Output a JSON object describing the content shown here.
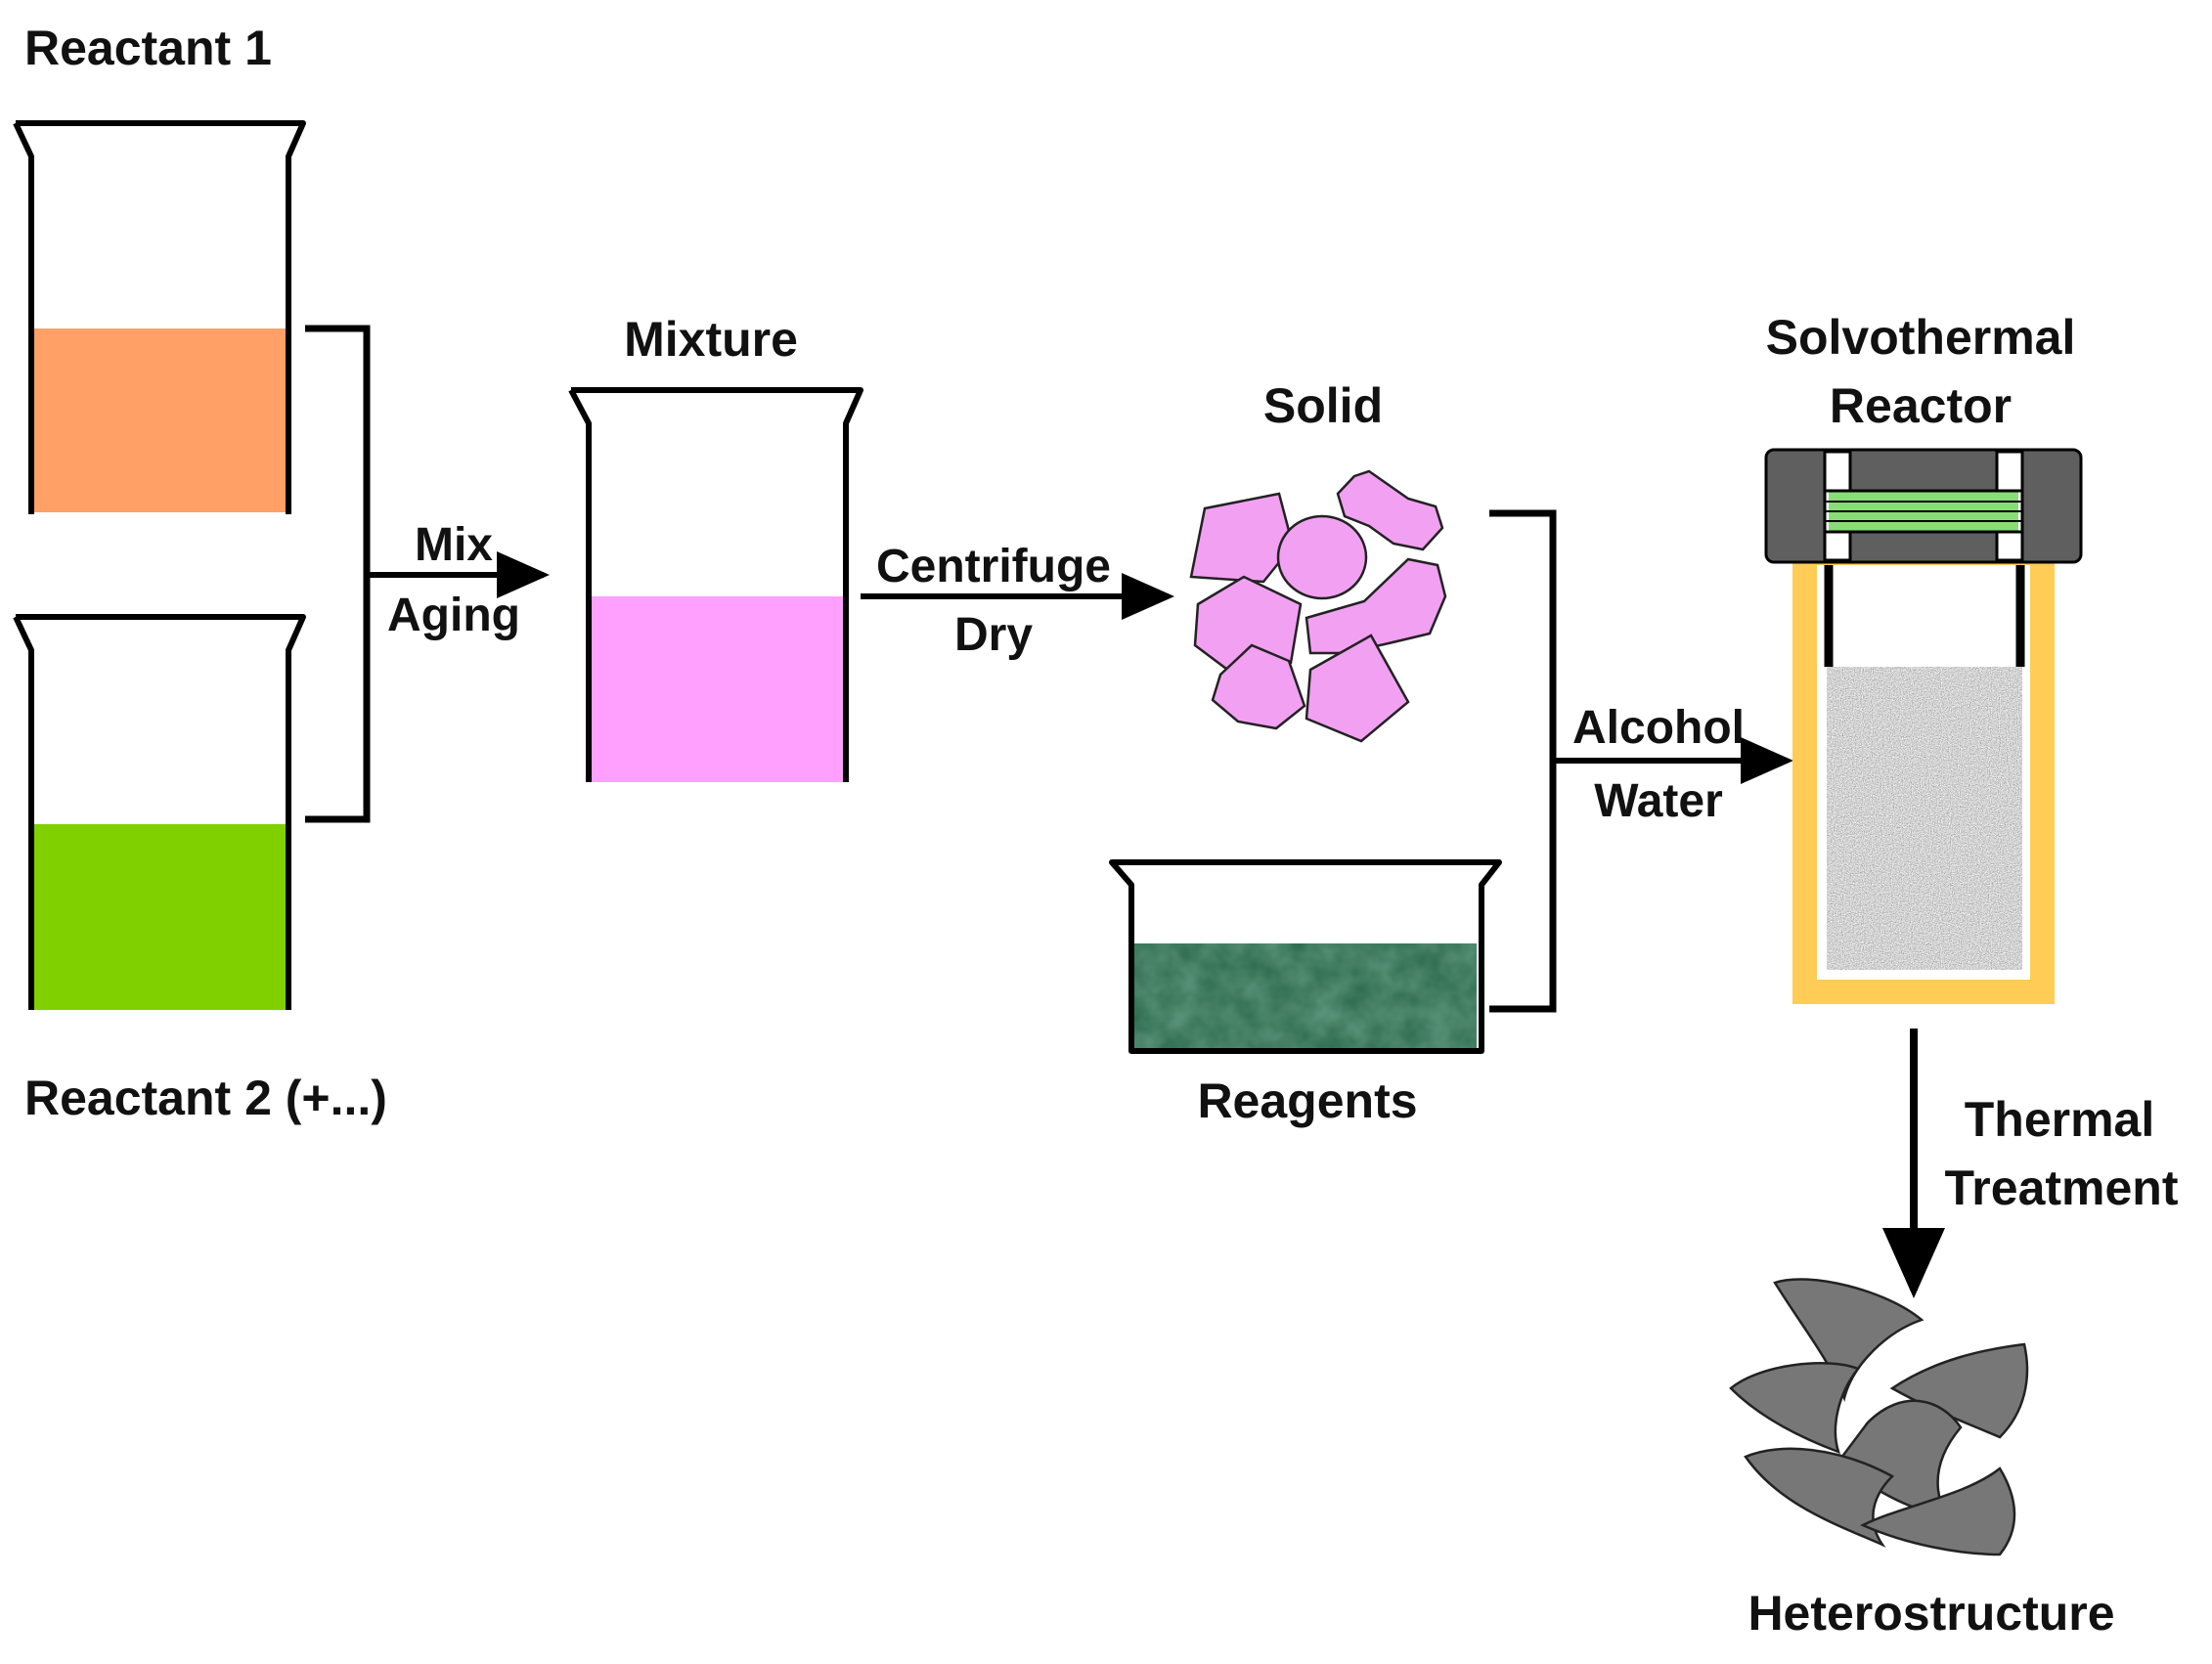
{
  "labels": {
    "reactant1": "Reactant 1",
    "reactant2": "Reactant 2 (+...)",
    "mixture": "Mixture",
    "solid": "Solid",
    "reagents": "Reagents",
    "reactor_line1": "Solvothermal",
    "reactor_line2": "Reactor",
    "heterostructure": "Heterostructure"
  },
  "steps": {
    "mix_line1": "Mix",
    "mix_line2": "Aging",
    "centrifuge_line1": "Centrifuge",
    "centrifuge_line2": "Dry",
    "solvent_line1": "Alcohol",
    "solvent_line2": "Water",
    "thermal_line1": "Thermal",
    "thermal_line2": "Treatment"
  },
  "colors": {
    "reactant1_liquid": "#FFA066",
    "reactant2_liquid": "#80D000",
    "mixture_liquid": "#FFA0FF",
    "solid_particles": "#F2A0F2",
    "reagents_liquid": "#1E5E3E",
    "reactor_liner": "#FFCC55",
    "reactor_cap": "#5F5F5F",
    "reactor_coil": "#88DD77",
    "reactor_content": "#BBBBBB",
    "heterostructure_particles": "#777777"
  }
}
